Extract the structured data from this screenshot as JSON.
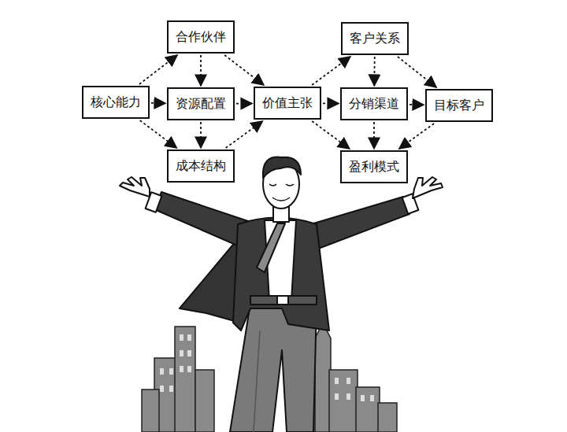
{
  "diagram": {
    "nodes": [
      {
        "text": [
          "合作伙伴"
        ]
      },
      {
        "text": [
          "客户关系"
        ]
      },
      {
        "text": [
          "核心能力"
        ]
      },
      {
        "text": [
          "资源配置"
        ]
      },
      {
        "text": [
          "价值主张"
        ]
      },
      {
        "text": [
          "分销渠道"
        ]
      },
      {
        "text": [
          "目标客户"
        ]
      },
      {
        "text": [
          "成本结构"
        ]
      },
      {
        "text": [
          "盈利模式"
        ]
      }
    ],
    "edges": [
      {
        "from": 2,
        "to": 0,
        "arrow": "to"
      },
      {
        "from": 2,
        "to": 3,
        "arrow": "to"
      },
      {
        "from": 2,
        "to": 7,
        "arrow": "to"
      },
      {
        "from": 0,
        "to": 3,
        "arrow": "to"
      },
      {
        "from": 3,
        "to": 4,
        "arrow": "to"
      },
      {
        "from": 3,
        "to": 7,
        "arrow": "to"
      },
      {
        "from": 0,
        "to": 4,
        "arrow": "to"
      },
      {
        "from": 4,
        "to": 1,
        "arrow": "to"
      },
      {
        "from": 7,
        "to": 4,
        "arrow": "to"
      },
      {
        "from": 4,
        "to": 8,
        "arrow": "to"
      },
      {
        "from": 4,
        "to": 5,
        "arrow": "to"
      },
      {
        "from": 5,
        "to": 6,
        "arrow": "to"
      },
      {
        "from": 1,
        "to": 5,
        "arrow": "to"
      },
      {
        "from": 5,
        "to": 8,
        "arrow": "to"
      },
      {
        "from": 1,
        "to": 6,
        "arrow": "to"
      },
      {
        "from": 6,
        "to": 8,
        "arrow": "to"
      }
    ]
  }
}
